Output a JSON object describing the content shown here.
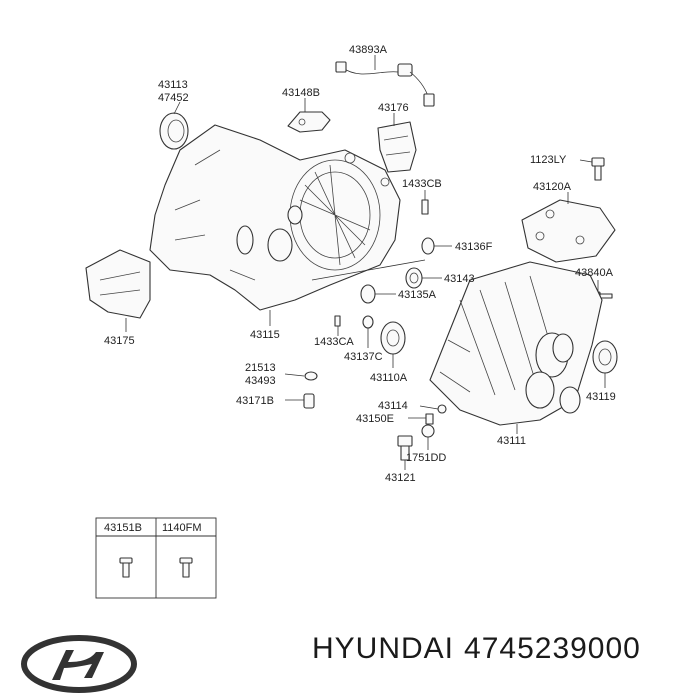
{
  "footer": {
    "brand": "HYUNDAI",
    "part_number": "4745239000"
  },
  "labels": {
    "l_43893A": "43893A",
    "l_43113": "43113",
    "l_47452": "47452",
    "l_43148B": "43148B",
    "l_43176": "43176",
    "l_1123LY": "1123LY",
    "l_1433CB": "1433CB",
    "l_43120A": "43120A",
    "l_43136F": "43136F",
    "l_43143": "43143",
    "l_43135A": "43135A",
    "l_43840A": "43840A",
    "l_43175": "43175",
    "l_43115": "43115",
    "l_1433CA": "1433CA",
    "l_43137C": "43137C",
    "l_21513": "21513",
    "l_43493": "43493",
    "l_43110A": "43110A",
    "l_43119": "43119",
    "l_43171B": "43171B",
    "l_43114": "43114",
    "l_43150E": "43150E",
    "l_43111": "43111",
    "l_1751DD": "1751DD",
    "l_43121": "43121"
  },
  "parts_table": {
    "col1": "43151B",
    "col2": "1140FM"
  }
}
